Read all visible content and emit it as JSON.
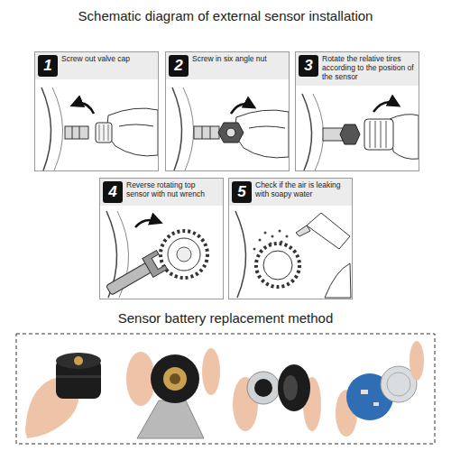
{
  "diagram": {
    "title": "Schematic diagram of external sensor installation",
    "nodes": [
      {
        "text": [
          "Screw out valve cap"
        ]
      },
      {
        "text": [
          "1"
        ],
        "in": 0
      },
      {
        "text": [
          "Screw in six angle nut"
        ]
      },
      {
        "text": [
          "2"
        ],
        "in": 2
      },
      {
        "text": [
          "Rotate the relative tires according to the position of the sensor"
        ]
      },
      {
        "text": [
          "3"
        ],
        "in": 4
      },
      {
        "text": [
          "Reverse rotating top sensor with nut wrench"
        ]
      },
      {
        "text": [
          "4"
        ],
        "in": 6
      },
      {
        "text": [
          "Check if the air is leaking with soapy water"
        ]
      },
      {
        "text": [
          "5"
        ],
        "in": 8
      }
    ],
    "labels": [
      "Sensor battery replacement method"
    ]
  }
}
